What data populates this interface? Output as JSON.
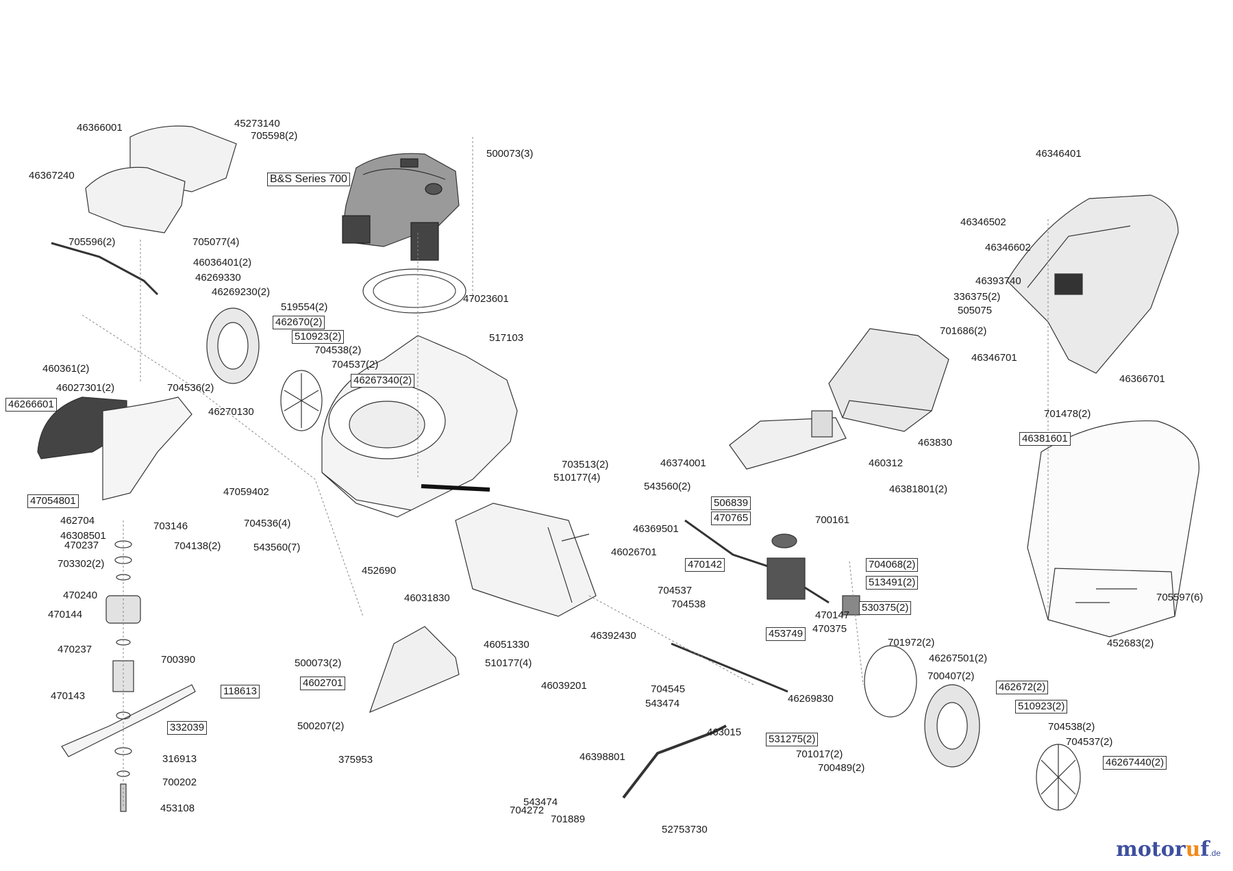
{
  "engine_label": "B&S Series 700",
  "labels": [
    {
      "id": "p1",
      "text": "46366001",
      "boxed": false
    },
    {
      "id": "p2",
      "text": "45273140",
      "boxed": false
    },
    {
      "id": "p3",
      "text": "705598(2)",
      "boxed": false
    },
    {
      "id": "p4",
      "text": "46367240",
      "boxed": false
    },
    {
      "id": "p5",
      "text": "705596(2)",
      "boxed": false
    },
    {
      "id": "p6",
      "text": "705077(4)",
      "boxed": false
    },
    {
      "id": "p7",
      "text": "46036401(2)",
      "boxed": false
    },
    {
      "id": "p8",
      "text": "46269330",
      "boxed": false
    },
    {
      "id": "p9",
      "text": "46269230(2)",
      "boxed": false
    },
    {
      "id": "p10",
      "text": "519554(2)",
      "boxed": false
    },
    {
      "id": "p11",
      "text": "462670(2)",
      "boxed": true
    },
    {
      "id": "p12",
      "text": "510923(2)",
      "boxed": true
    },
    {
      "id": "p13",
      "text": "704538(2)",
      "boxed": false
    },
    {
      "id": "p14",
      "text": "704537(2)",
      "boxed": false
    },
    {
      "id": "p15",
      "text": "46267340(2)",
      "boxed": true
    },
    {
      "id": "p16",
      "text": "460361(2)",
      "boxed": false
    },
    {
      "id": "p17",
      "text": "46027301(2)",
      "boxed": false
    },
    {
      "id": "p18",
      "text": "704536(2)",
      "boxed": false
    },
    {
      "id": "p19",
      "text": "46266601",
      "boxed": true
    },
    {
      "id": "p20",
      "text": "46270130",
      "boxed": false
    },
    {
      "id": "p21",
      "text": "47054801",
      "boxed": true
    },
    {
      "id": "p22",
      "text": "462704",
      "boxed": false
    },
    {
      "id": "p23",
      "text": "703146",
      "boxed": false
    },
    {
      "id": "p24",
      "text": "46308501",
      "boxed": false
    },
    {
      "id": "p25",
      "text": "704138(2)",
      "boxed": false
    },
    {
      "id": "p26",
      "text": "470237",
      "boxed": false
    },
    {
      "id": "p27",
      "text": "703302(2)",
      "boxed": false
    },
    {
      "id": "p28",
      "text": "470240",
      "boxed": false
    },
    {
      "id": "p29",
      "text": "470144",
      "boxed": false
    },
    {
      "id": "p30",
      "text": "470237",
      "boxed": false
    },
    {
      "id": "p31",
      "text": "700390",
      "boxed": false
    },
    {
      "id": "p32",
      "text": "470143",
      "boxed": false
    },
    {
      "id": "p33",
      "text": "118613",
      "boxed": true
    },
    {
      "id": "p34",
      "text": "332039",
      "boxed": true
    },
    {
      "id": "p35",
      "text": "316913",
      "boxed": false
    },
    {
      "id": "p36",
      "text": "700202",
      "boxed": false
    },
    {
      "id": "p37",
      "text": "453108",
      "boxed": false
    },
    {
      "id": "p38",
      "text": "500073(3)",
      "boxed": false
    },
    {
      "id": "p39",
      "text": "47023601",
      "boxed": false
    },
    {
      "id": "p40",
      "text": "517103",
      "boxed": false
    },
    {
      "id": "p41",
      "text": "703513(2)",
      "boxed": false
    },
    {
      "id": "p42",
      "text": "510177(4)",
      "boxed": false
    },
    {
      "id": "p43",
      "text": "543560(2)",
      "boxed": false
    },
    {
      "id": "p44",
      "text": "47059402",
      "boxed": false
    },
    {
      "id": "p45",
      "text": "704536(4)",
      "boxed": false
    },
    {
      "id": "p46",
      "text": "543560(7)",
      "boxed": false
    },
    {
      "id": "p47",
      "text": "46369501",
      "boxed": false
    },
    {
      "id": "p48",
      "text": "46026701",
      "boxed": false
    },
    {
      "id": "p49",
      "text": "452690",
      "boxed": false
    },
    {
      "id": "p50",
      "text": "46031830",
      "boxed": false
    },
    {
      "id": "p51",
      "text": "46051330",
      "boxed": false
    },
    {
      "id": "p52",
      "text": "46392430",
      "boxed": false
    },
    {
      "id": "p53",
      "text": "510177(4)",
      "boxed": false
    },
    {
      "id": "p54",
      "text": "46039201",
      "boxed": false
    },
    {
      "id": "p55",
      "text": "500073(2)",
      "boxed": false
    },
    {
      "id": "p56",
      "text": "4602701",
      "boxed": true
    },
    {
      "id": "p57",
      "text": "500207(2)",
      "boxed": false
    },
    {
      "id": "p58",
      "text": "375953",
      "boxed": false
    },
    {
      "id": "p59",
      "text": "46374001",
      "boxed": false
    },
    {
      "id": "p60",
      "text": "506839",
      "boxed": true
    },
    {
      "id": "p61",
      "text": "470765",
      "boxed": true
    },
    {
      "id": "p62",
      "text": "700161",
      "boxed": false
    },
    {
      "id": "p63",
      "text": "470142",
      "boxed": true
    },
    {
      "id": "p64",
      "text": "704068(2)",
      "boxed": true
    },
    {
      "id": "p65",
      "text": "513491(2)",
      "boxed": true
    },
    {
      "id": "p66",
      "text": "704537",
      "boxed": false
    },
    {
      "id": "p67",
      "text": "704538",
      "boxed": false
    },
    {
      "id": "p68",
      "text": "530375(2)",
      "boxed": true
    },
    {
      "id": "p69",
      "text": "470147",
      "boxed": false
    },
    {
      "id": "p70",
      "text": "453749",
      "boxed": true
    },
    {
      "id": "p71",
      "text": "470375",
      "boxed": false
    },
    {
      "id": "p72",
      "text": "704545",
      "boxed": false
    },
    {
      "id": "p73",
      "text": "543474",
      "boxed": false
    },
    {
      "id": "p74",
      "text": "46269830",
      "boxed": false
    },
    {
      "id": "p75",
      "text": "463015",
      "boxed": false
    },
    {
      "id": "p76",
      "text": "531275(2)",
      "boxed": true
    },
    {
      "id": "p77",
      "text": "701017(2)",
      "boxed": false
    },
    {
      "id": "p78",
      "text": "700489(2)",
      "boxed": false
    },
    {
      "id": "p79",
      "text": "46398801",
      "boxed": false
    },
    {
      "id": "p80",
      "text": "543474",
      "boxed": false
    },
    {
      "id": "p81",
      "text": "704272",
      "boxed": false
    },
    {
      "id": "p82",
      "text": "701889",
      "boxed": false
    },
    {
      "id": "p83",
      "text": "52753730",
      "boxed": false
    },
    {
      "id": "p84",
      "text": "701972(2)",
      "boxed": false
    },
    {
      "id": "p85",
      "text": "46267501(2)",
      "boxed": false
    },
    {
      "id": "p86",
      "text": "700407(2)",
      "boxed": false
    },
    {
      "id": "p87",
      "text": "462672(2)",
      "boxed": true
    },
    {
      "id": "p88",
      "text": "510923(2)",
      "boxed": true
    },
    {
      "id": "p89",
      "text": "704538(2)",
      "boxed": false
    },
    {
      "id": "p90",
      "text": "704537(2)",
      "boxed": false
    },
    {
      "id": "p91",
      "text": "46267440(2)",
      "boxed": true
    },
    {
      "id": "p92",
      "text": "46346401",
      "boxed": false
    },
    {
      "id": "p93",
      "text": "46346502",
      "boxed": false
    },
    {
      "id": "p94",
      "text": "46346602",
      "boxed": false
    },
    {
      "id": "p95",
      "text": "46393740",
      "boxed": false
    },
    {
      "id": "p96",
      "text": "336375(2)",
      "boxed": false
    },
    {
      "id": "p97",
      "text": "505075",
      "boxed": false
    },
    {
      "id": "p98",
      "text": "701686(2)",
      "boxed": false
    },
    {
      "id": "p99",
      "text": "46346701",
      "boxed": false
    },
    {
      "id": "p100",
      "text": "46366701",
      "boxed": false
    },
    {
      "id": "p101",
      "text": "701478(2)",
      "boxed": false
    },
    {
      "id": "p102",
      "text": "463830",
      "boxed": false
    },
    {
      "id": "p103",
      "text": "46381601",
      "boxed": true
    },
    {
      "id": "p104",
      "text": "460312",
      "boxed": false
    },
    {
      "id": "p105",
      "text": "46381801(2)",
      "boxed": false
    },
    {
      "id": "p106",
      "text": "705597(6)",
      "boxed": false
    },
    {
      "id": "p107",
      "text": "452683(2)",
      "boxed": false
    }
  ],
  "watermark": {
    "main": "motor",
    "o": "u",
    "tail": "f",
    "tld": ".de"
  }
}
